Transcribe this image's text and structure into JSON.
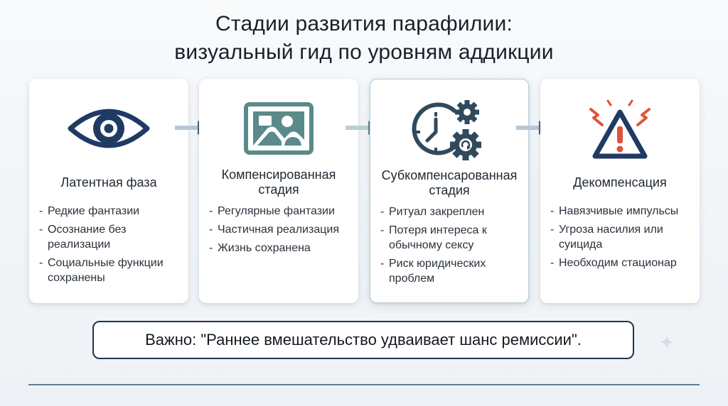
{
  "title": {
    "line1": "Стадии развития парафилии:",
    "line2": "визуальный гид по уровням аддикции"
  },
  "stages": [
    {
      "icon": "eye-icon",
      "title": "Латентная фаза",
      "items": [
        "Редкие фантазии",
        "Осознание без реализации",
        "Социальные функции сохранены"
      ]
    },
    {
      "icon": "picture-icon",
      "title": "Компенсированная стадия",
      "items": [
        "Регулярные фантазии",
        "Частичная реализация",
        "Жизнь сохранена"
      ]
    },
    {
      "icon": "clock-gears-icon",
      "title": "Субкомпенсарованная стадия",
      "items": [
        "Ритуал закреплен",
        "Потеря интереса к обычному сексу",
        "Риск юридических проблем"
      ]
    },
    {
      "icon": "warning-icon",
      "title": "Декомпенсация",
      "items": [
        "Навязчивые импульсы",
        "Угроза насилия или суицида",
        "Необходим стационар"
      ]
    }
  ],
  "note": "Важно: \"Раннее вмешательство удваивает шанс ремиссии\".",
  "colors": {
    "primary": "#1f3a63",
    "teal": "#5b8a8a",
    "warning_red": "#e0523a",
    "arrow": "#45627e"
  }
}
